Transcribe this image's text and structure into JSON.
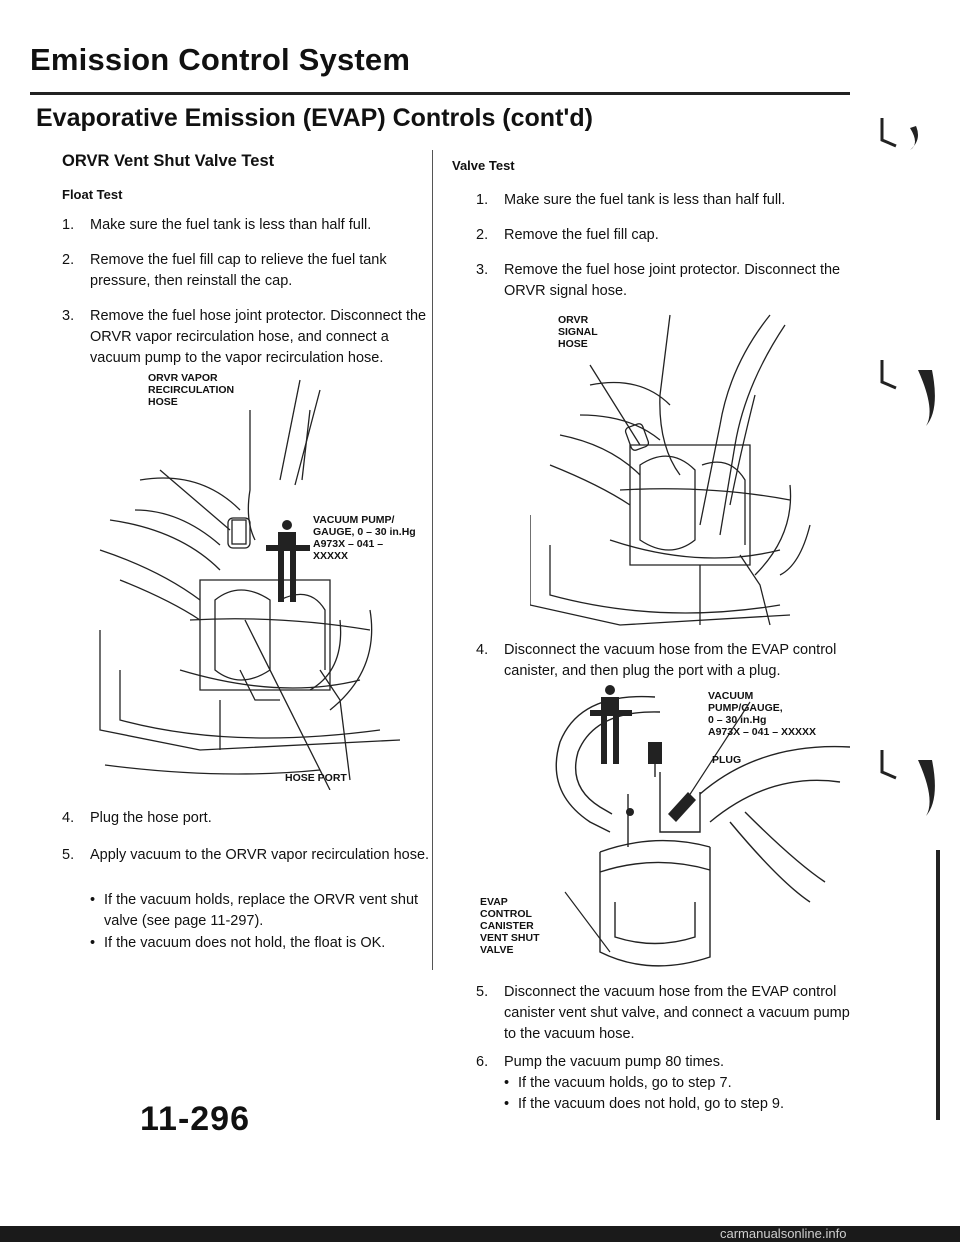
{
  "header": {
    "title": "Emission Control System",
    "subtitle": "Evaporative Emission (EVAP) Controls (cont'd)"
  },
  "left": {
    "section_title": "ORVR Vent Shut Valve Test",
    "subsection": "Float Test",
    "steps_a": [
      {
        "num": "1.",
        "text": "Make sure the fuel tank is less than half full."
      },
      {
        "num": "2.",
        "text": "Remove the fuel fill cap to relieve the fuel tank pressure, then reinstall the cap."
      },
      {
        "num": "3.",
        "text": "Remove the fuel hose joint protector. Disconnect the ORVR vapor recirculation hose, and connect a vacuum pump to the vapor recirculation hose."
      }
    ],
    "fig_labels": {
      "hose": "ORVR VAPOR\nRECIRCULATION\nHOSE",
      "pump": "VACUUM PUMP/\nGAUGE, 0 – 30 in.Hg\nA973X – 041 –\nXXXXX",
      "port": "HOSE PORT"
    },
    "steps_b": [
      {
        "num": "4.",
        "text": "Plug the hose port."
      },
      {
        "num": "5.",
        "text": "Apply vacuum to the ORVR vapor recirculation hose."
      }
    ],
    "bullets": [
      "If the vacuum holds, replace the ORVR vent shut valve (see page 11-297).",
      "If the vacuum does not hold, the float is OK."
    ]
  },
  "right": {
    "subsection": "Valve Test",
    "steps_a": [
      {
        "num": "1.",
        "text": "Make sure the fuel tank is less than half full."
      },
      {
        "num": "2.",
        "text": "Remove the fuel fill cap."
      },
      {
        "num": "3.",
        "text": "Remove the fuel hose joint protector. Disconnect the ORVR signal hose."
      }
    ],
    "fig1_labels": {
      "hose": "ORVR\nSIGNAL\nHOSE"
    },
    "step4": {
      "num": "4.",
      "text": "Disconnect the vacuum hose from the EVAP control canister, and then plug the port with a plug."
    },
    "fig2_labels": {
      "pump": "VACUUM\nPUMP/GAUGE,\n0 – 30 in.Hg\nA973X – 041 – XXXXX",
      "plug": "PLUG",
      "valve": "EVAP\nCONTROL\nCANISTER\nVENT SHUT\nVALVE"
    },
    "steps_b": [
      {
        "num": "5.",
        "text": "Disconnect the vacuum hose from the EVAP control canister vent shut valve, and connect a vacuum pump to the vacuum hose."
      },
      {
        "num": "6.",
        "text": "Pump the vacuum pump 80 times."
      }
    ],
    "bullets": [
      "If the vacuum holds, go to step 7.",
      "If the vacuum does not hold, go to step 9."
    ]
  },
  "footer": {
    "page_number": "11-296",
    "watermark": "carmanualsonline.info"
  }
}
